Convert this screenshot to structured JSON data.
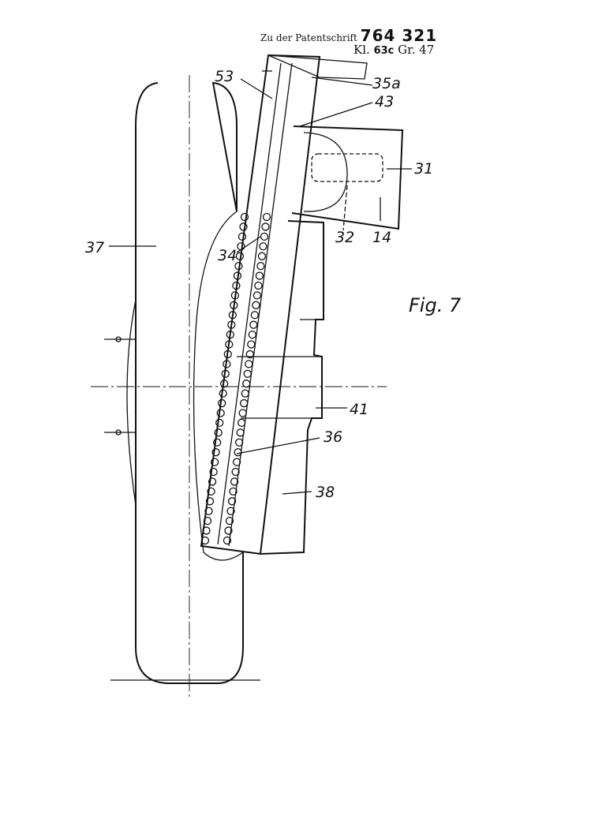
{
  "header": {
    "prefix": "Zu der Patentschrift",
    "patent_number": "764 321",
    "class_prefix": "Kl.",
    "class_value": "63c",
    "group": "Gr. 47"
  },
  "figure": {
    "title": "Fig. 7",
    "labels": {
      "l53": "53",
      "l35a": "35a",
      "l43": "43",
      "l31": "31",
      "l32": "32",
      "l14": "14",
      "l37": "37",
      "l34": "34",
      "l41": "41",
      "l36": "36",
      "l38": "38"
    }
  }
}
